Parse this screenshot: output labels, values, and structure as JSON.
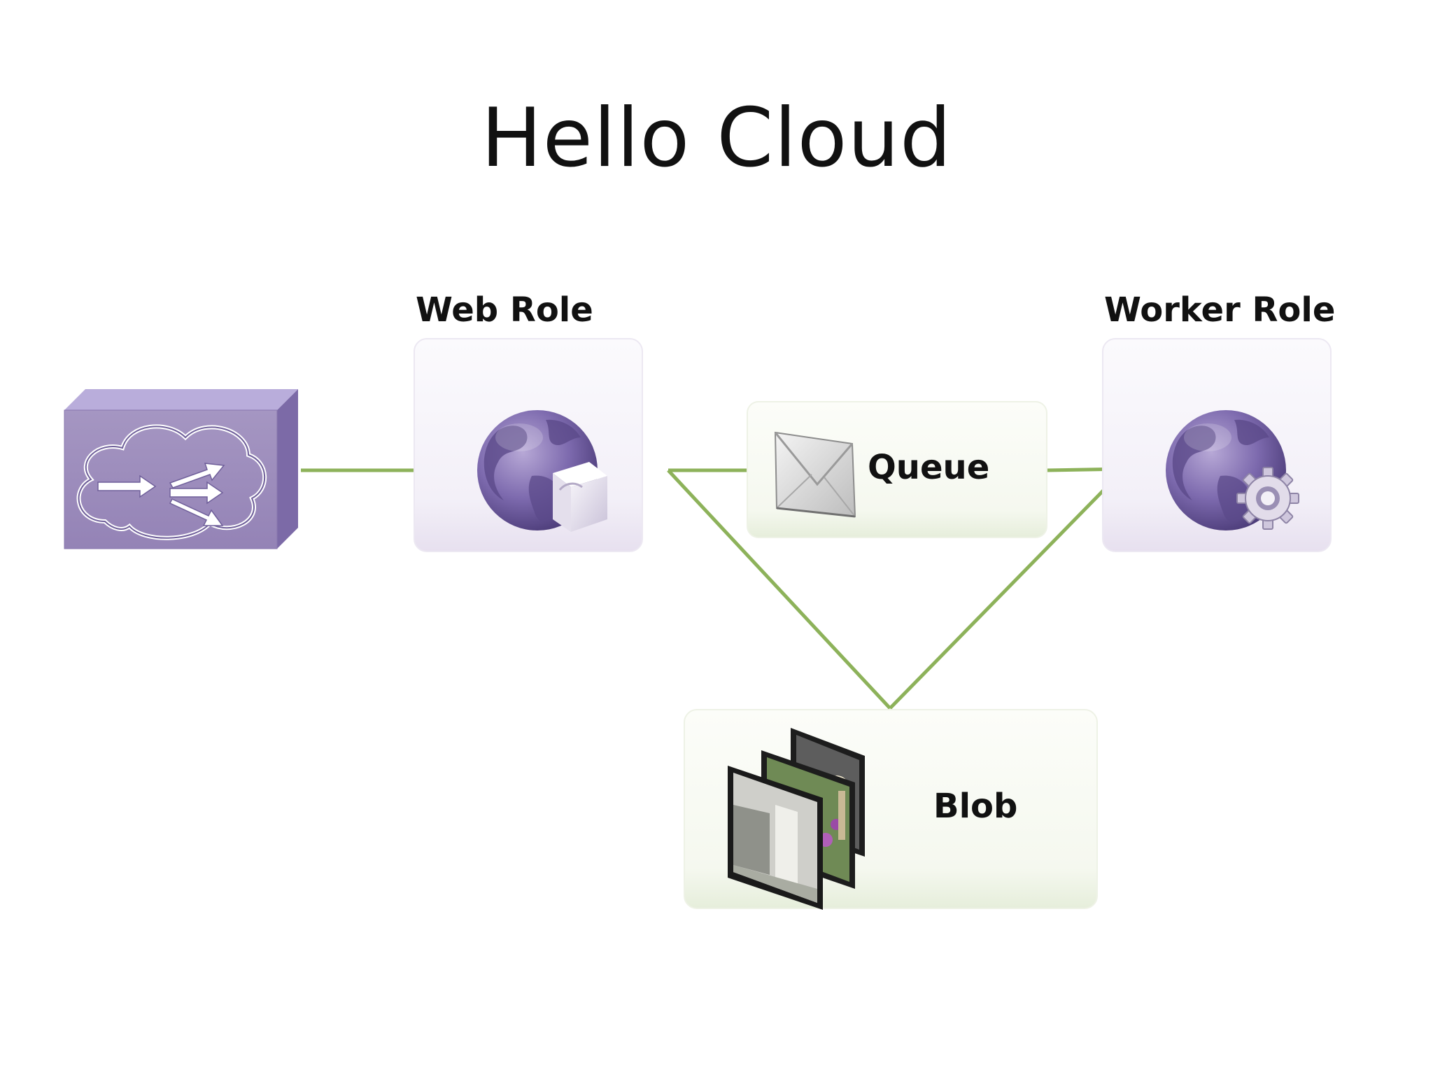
{
  "title": "Hello Cloud",
  "nodes": {
    "web_role": {
      "label": "Web Role"
    },
    "worker_role": {
      "label": "Worker Role"
    },
    "queue": {
      "label": "Queue"
    },
    "blob": {
      "label": "Blob"
    }
  },
  "colors": {
    "connector": "#8db25a",
    "router_face": "#9d8eb9",
    "globe": "#7b68a8",
    "role_tile": "#f2eef7",
    "storage_tile": "#f4f7ee"
  }
}
